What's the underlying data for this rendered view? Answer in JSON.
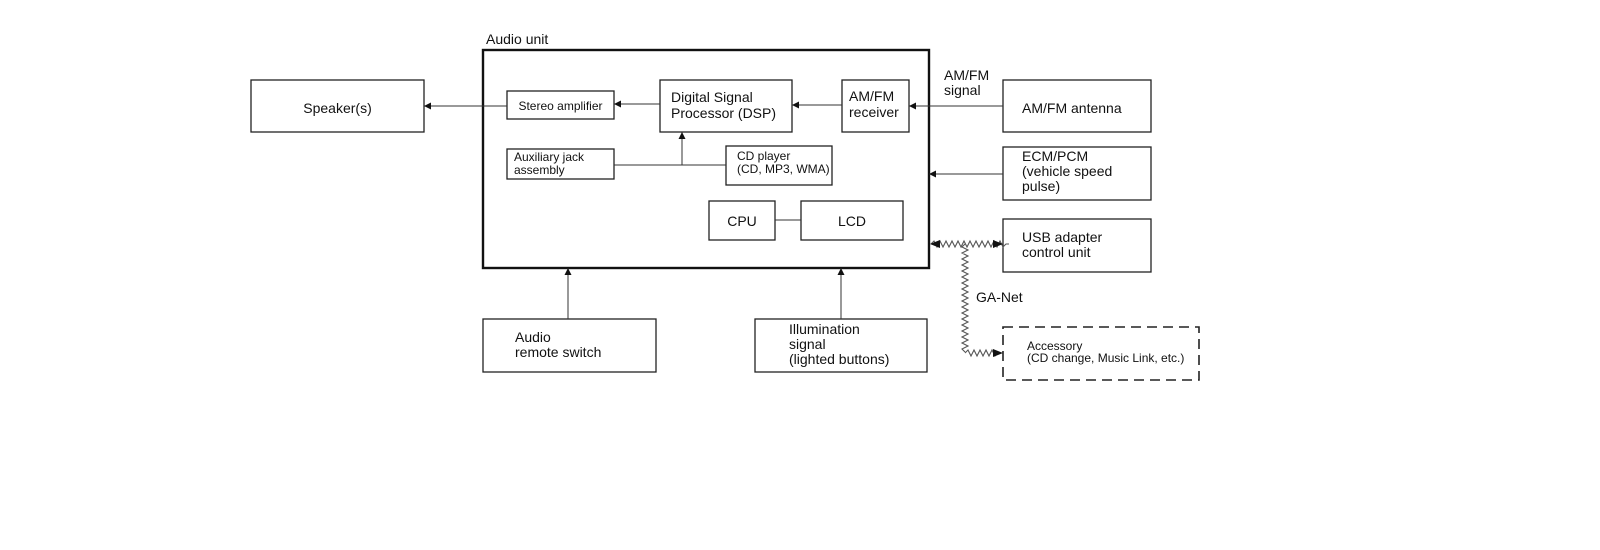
{
  "audio_unit": {
    "title": "Audio unit"
  },
  "blocks": {
    "speakers": [
      "Speaker(s)"
    ],
    "stereo_amplifier": [
      "Stereo amplifier"
    ],
    "dsp": [
      "Digital Signal",
      "Processor (DSP)"
    ],
    "amfm_receiver": [
      "AM/FM",
      "receiver"
    ],
    "aux_jack": [
      "Auxiliary jack",
      "assembly"
    ],
    "cd_player": [
      "CD player",
      "(CD, MP3, WMA)"
    ],
    "cpu": [
      "CPU"
    ],
    "lcd": [
      "LCD"
    ],
    "amfm_antenna": [
      "AM/FM antenna"
    ],
    "ecm_pcm": [
      "ECM/PCM",
      "(vehicle speed",
      "pulse)"
    ],
    "usb_adapter": [
      "USB adapter",
      "control unit"
    ],
    "accessory": [
      "Accessory",
      "(CD change, Music Link, etc.)"
    ],
    "audio_remote_switch": [
      "Audio",
      "remote switch"
    ],
    "illumination": [
      "Illumination",
      "signal",
      "(lighted buttons)"
    ]
  },
  "signals": {
    "amfm_signal": [
      "AM/FM",
      "signal"
    ],
    "ganet": [
      "GA-Net"
    ]
  }
}
